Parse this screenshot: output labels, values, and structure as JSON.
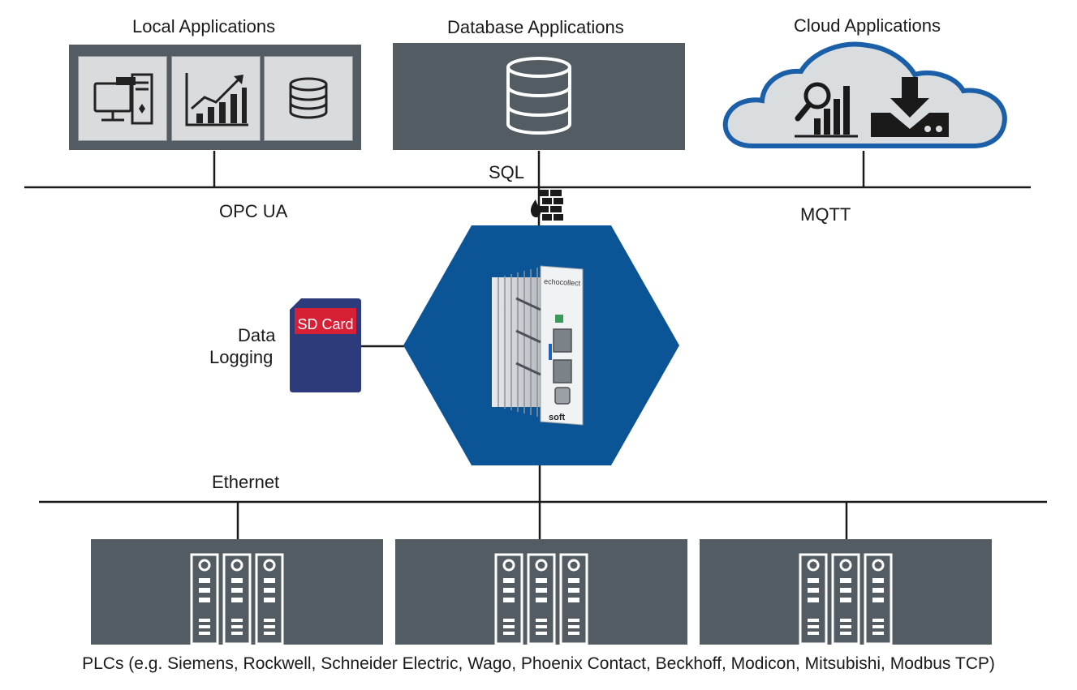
{
  "colors": {
    "panel": "#535c62",
    "hexagon": "#0b5597",
    "cloud_fill": "#dadddf",
    "cloud_stroke": "#1a5fa8",
    "sd_card": "#2d3b7c",
    "sd_label": "#d71f36",
    "line": "#1a1a1a"
  },
  "top": {
    "local": {
      "title": "Local Applications",
      "icons": [
        "desktop-computer-icon",
        "growth-chart-icon",
        "database-icon"
      ]
    },
    "database": {
      "title": "Database Applications",
      "icons": [
        "database-icon"
      ]
    },
    "cloud": {
      "title": "Cloud Applications",
      "icons": [
        "analytics-search-icon",
        "download-icon"
      ]
    }
  },
  "protocols": {
    "opc_ua": "OPC UA",
    "sql": "SQL",
    "mqtt": "MQTT",
    "ethernet": "Ethernet"
  },
  "logging": {
    "line1": "Data",
    "line2": "Logging",
    "sd_card_label": "SD Card"
  },
  "device": {
    "brand_top": "echocollect",
    "brand_bottom": "soft",
    "icon": "gateway-device-icon"
  },
  "firewall_icon": "firewall-icon",
  "plcs": {
    "caption": "PLCs (e.g. Siemens, Rockwell, Schneider Electric, Wago, Phoenix Contact, Beckhoff, Modicon, Mitsubishi, Modbus TCP)",
    "boxes": [
      {
        "icon": "plc-rack-icon"
      },
      {
        "icon": "plc-rack-icon"
      },
      {
        "icon": "plc-rack-icon"
      }
    ]
  }
}
